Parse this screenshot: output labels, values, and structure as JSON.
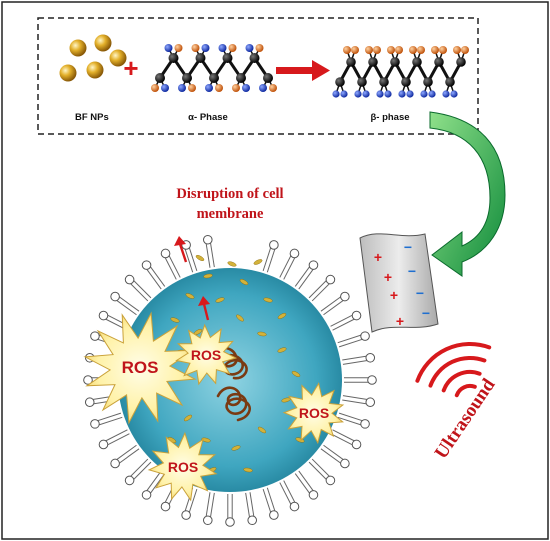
{
  "top_panel": {
    "bf_label": "BF NPs",
    "alpha_label": "α- Phase",
    "beta_label": "β- phase",
    "plus_sign": "+"
  },
  "disruption": {
    "line1": "Disruption of cell",
    "line2": "membrane"
  },
  "ros_labels": [
    "ROS",
    "ROS",
    "ROS",
    "ROS"
  ],
  "film_charges": {
    "positive": "+",
    "negative": "−"
  },
  "ultrasound_label": "Ultrasound",
  "colors": {
    "accent_red": "#d7191c",
    "green_arrow": "#1aa04a",
    "cell_blue": "#3fa6c0",
    "gold": "#d8a21c",
    "chain_black": "#111111",
    "chain_orange": "#e8751a",
    "chain_blue": "#1f3fcf",
    "ros_yellow": "#fff2a8"
  },
  "icons": [
    "red-arrow-icon",
    "green-curved-arrow-icon",
    "ultrasound-wave-icon",
    "dna-icon"
  ]
}
